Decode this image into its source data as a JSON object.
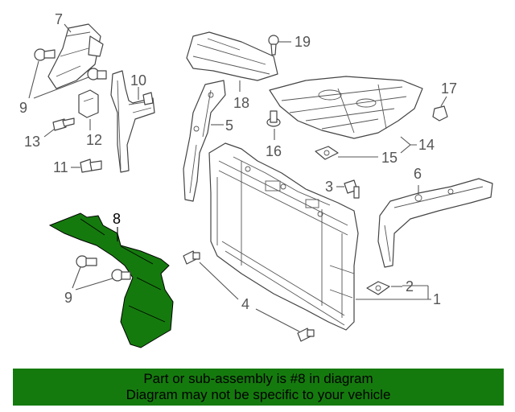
{
  "callouts": {
    "c7": "7",
    "c9a": "9",
    "c13": "13",
    "c12": "12",
    "c11": "11",
    "c10": "10",
    "c18": "18",
    "c19": "19",
    "c17": "17",
    "c5": "5",
    "c16": "16",
    "c14": "14",
    "c15": "15",
    "c3": "3",
    "c6": "6",
    "c8": "8",
    "c9b": "9",
    "c4": "4",
    "c2": "2",
    "c1": "1"
  },
  "highlight_color": "#157a0e",
  "banner": {
    "line1": "Part or sub-assembly is #8 in diagram",
    "line2": "Diagram may not be specific to your vehicle"
  }
}
